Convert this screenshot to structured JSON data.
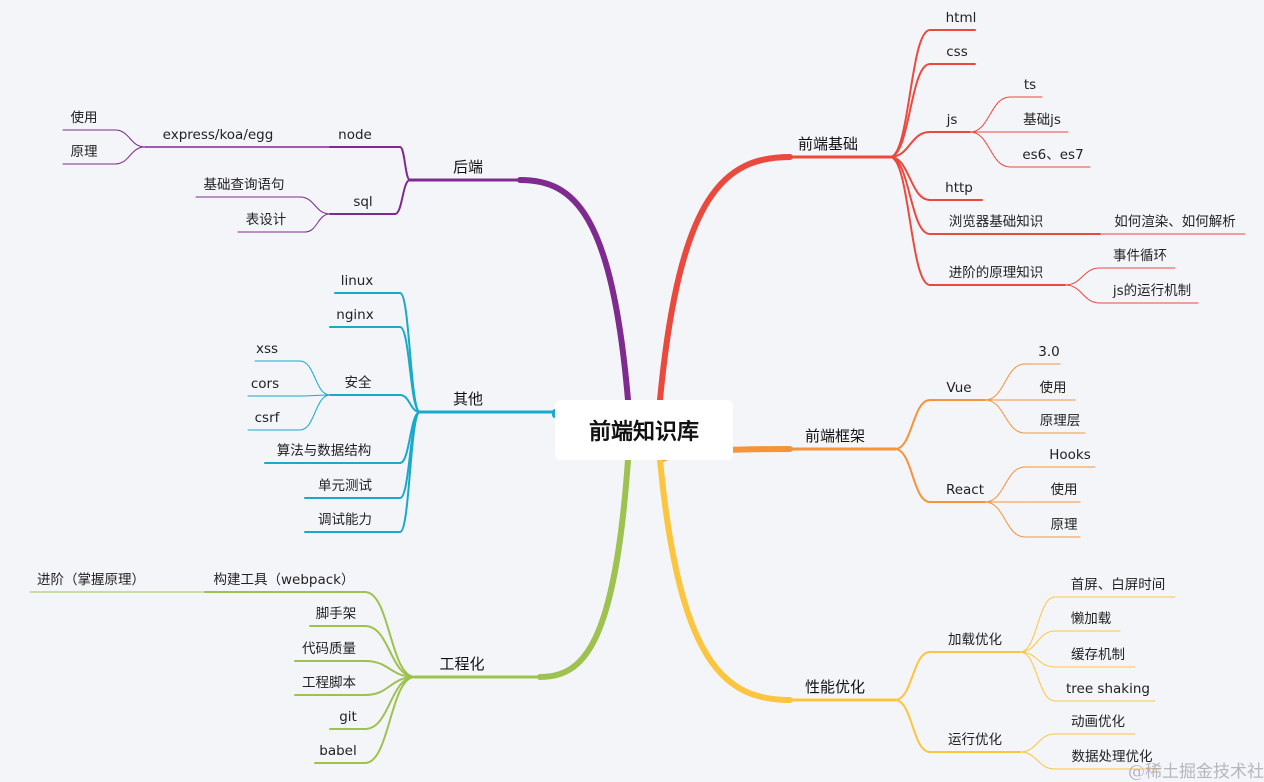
{
  "colors": {
    "frontend_basics": "#ea4a3d",
    "frameworks": "#f5943a",
    "performance": "#fbc53f",
    "backend": "#7e2a8f",
    "other": "#19a9cb",
    "engineering": "#9dc24f",
    "background": "#f4f5f9"
  },
  "watermark": "@稀土掘金技术社区",
  "nodes": {
    "root": "前端知识库",
    "fb": "前端基础",
    "fb_html": "html",
    "fb_css": "css",
    "fb_js": "js",
    "fb_js_ts": "ts",
    "fb_js_basic": "基础js",
    "fb_js_es": "es6、es7",
    "fb_http": "http",
    "fb_browser": "浏览器基础知识",
    "fb_browser_render": "如何渲染、如何解析",
    "fb_adv": "进阶的原理知识",
    "fb_adv_loop": "事件循环",
    "fb_adv_run": "js的运行机制",
    "fw": "前端框架",
    "fw_vue": "Vue",
    "fw_vue_3": "3.0",
    "fw_vue_use": "使用",
    "fw_vue_prin": "原理层",
    "fw_react": "React",
    "fw_react_hooks": "Hooks",
    "fw_react_use": "使用",
    "fw_react_prin": "原理",
    "pf": "性能优化",
    "pf_load": "加载优化",
    "pf_load_fp": "首屏、白屏时间",
    "pf_load_lazy": "懒加载",
    "pf_load_cache": "缓存机制",
    "pf_load_tree": "tree shaking",
    "pf_run": "运行优化",
    "pf_run_anim": "动画优化",
    "pf_run_data": "数据处理优化",
    "be": "后端",
    "be_node": "node",
    "be_node_fw": "express/koa/egg",
    "be_node_fw_use": "使用",
    "be_node_fw_prin": "原理",
    "be_sql": "sql",
    "be_sql_query": "基础查询语句",
    "be_sql_table": "表设计",
    "ot": "其他",
    "ot_linux": "linux",
    "ot_nginx": "nginx",
    "ot_sec": "安全",
    "ot_sec_xss": "xss",
    "ot_sec_cors": "cors",
    "ot_sec_csrf": "csrf",
    "ot_algo": "算法与数据结构",
    "ot_test": "单元测试",
    "ot_debug": "调试能力",
    "en": "工程化",
    "en_build": "构建工具（webpack）",
    "en_build_adv": "进阶（掌握原理）",
    "en_scaffold": "脚手架",
    "en_quality": "代码质量",
    "en_script": "工程脚本",
    "en_git": "git",
    "en_babel": "babel"
  }
}
